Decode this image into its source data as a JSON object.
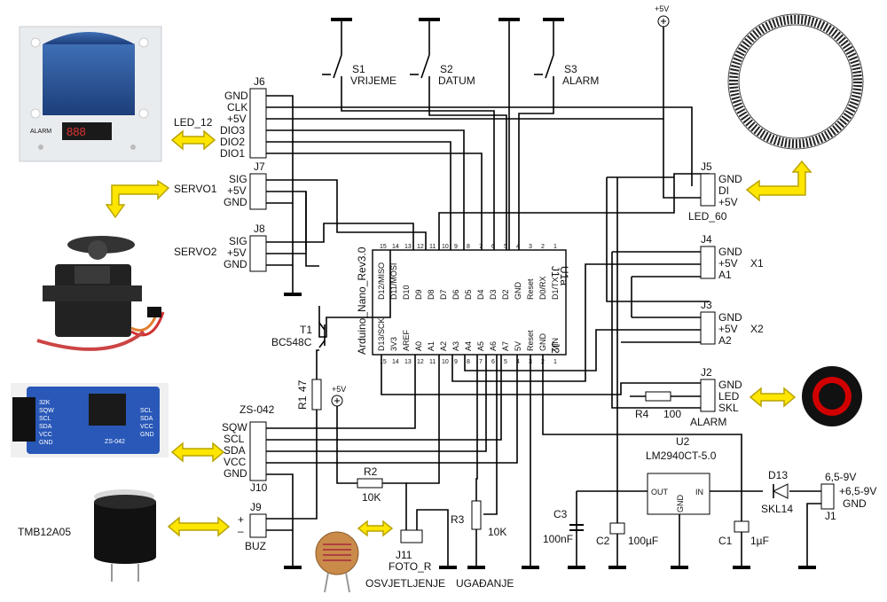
{
  "modules": {
    "led12": {
      "label": "LED_12",
      "photo_text": "ALARM"
    },
    "servo1": {
      "label": "SERVO1"
    },
    "servo2": {
      "label": "SERVO2"
    },
    "led60_conn": {
      "label": "LED_60"
    },
    "rtc": {
      "label": "ZS-042",
      "photo_pins": [
        "32K",
        "SQW",
        "SCL",
        "SDA",
        "VCC",
        "GND"
      ],
      "photo_pins_right": [
        "SCL",
        "SDA",
        "VCC",
        "GND"
      ]
    },
    "buzzer": {
      "label": "TMB12A05"
    },
    "ldr": {
      "label": "OSVJETLJENJE"
    }
  },
  "connectors": {
    "J6": {
      "ref": "J6",
      "pins": [
        "GND",
        "CLK",
        "+5V",
        "DIO3",
        "DIO2",
        "DIO1"
      ]
    },
    "J7": {
      "ref": "J7",
      "pins": [
        "SIG",
        "+5V",
        "GND"
      ]
    },
    "J8": {
      "ref": "J8",
      "pins": [
        "SIG",
        "+5V",
        "GND"
      ]
    },
    "J10": {
      "ref": "J10",
      "pins": [
        "SQW",
        "SCL",
        "SDA",
        "VCC",
        "GND"
      ]
    },
    "J9": {
      "ref": "J9",
      "pins": [
        "+",
        "–"
      ],
      "name": "BUZ"
    },
    "J11": {
      "ref": "J11",
      "name": "FOTO_R"
    },
    "J5": {
      "ref": "J5",
      "pins": [
        "GND",
        "DI",
        "+5V"
      ]
    },
    "J4": {
      "ref": "J4",
      "pins": [
        "GND",
        "+5V",
        "A1"
      ],
      "name": "X1"
    },
    "J3": {
      "ref": "J3",
      "pins": [
        "GND",
        "+5V",
        "A2"
      ],
      "name": "X2"
    },
    "J2": {
      "ref": "J2",
      "pins": [
        "GND",
        "LED",
        "SKL"
      ],
      "name": "ALARM"
    },
    "J1": {
      "ref": "J1",
      "pins": [
        "6,5-9V",
        "+6,5-9V",
        "GND"
      ]
    }
  },
  "switches": [
    {
      "ref": "S1",
      "name": "VRIJEME"
    },
    {
      "ref": "S2",
      "name": "DATUM"
    },
    {
      "ref": "S3",
      "name": "ALARM"
    }
  ],
  "arduino": {
    "ref": "U1a",
    "name": "Arduino_Nano_Rev3.0",
    "j1": "J1",
    "j2": "J2",
    "top_pins": [
      "D12/MISO",
      "D11/MOSI",
      "D10",
      "D9",
      "D8",
      "D7",
      "D6",
      "D5",
      "D4",
      "D3",
      "D2",
      "GND",
      "Reset",
      "D0/RX",
      "D1/TX"
    ],
    "top_nums": [
      "15",
      "14",
      "13",
      "12",
      "11",
      "10",
      "9",
      "8",
      "7",
      "6",
      "5",
      "4",
      "3",
      "2",
      "1"
    ],
    "bottom_pins": [
      "D13/SCK",
      "3V3",
      "AREF",
      "A0",
      "A1",
      "A2",
      "A3",
      "A4",
      "A5",
      "A6",
      "A7",
      "5V",
      "Reset",
      "GND",
      "VIN"
    ],
    "bottom_nums": [
      "15",
      "14",
      "13",
      "12",
      "11",
      "10",
      "9",
      "8",
      "7",
      "6",
      "5",
      "4",
      "3",
      "2",
      "1"
    ]
  },
  "components": {
    "T1": {
      "ref": "T1",
      "value": "BC548C"
    },
    "R1": {
      "ref": "R1",
      "value": "47"
    },
    "R2": {
      "ref": "R2",
      "value": "10K"
    },
    "R3": {
      "ref": "R3",
      "value": "10K",
      "name": "UGAĐANJE"
    },
    "R4": {
      "ref": "R4",
      "value": "100"
    },
    "U2": {
      "ref": "U2",
      "value": "LM2940CT-5.0",
      "out": "OUT",
      "in": "IN",
      "gnd": "GND"
    },
    "C1": {
      "ref": "C1",
      "value": "1µF"
    },
    "C2": {
      "ref": "C2",
      "value": "100µF"
    },
    "C3": {
      "ref": "C3",
      "value": "100nF"
    },
    "D13": {
      "ref": "D13",
      "value": "SKL14"
    }
  },
  "supply": {
    "vcc_label": "+5V"
  }
}
